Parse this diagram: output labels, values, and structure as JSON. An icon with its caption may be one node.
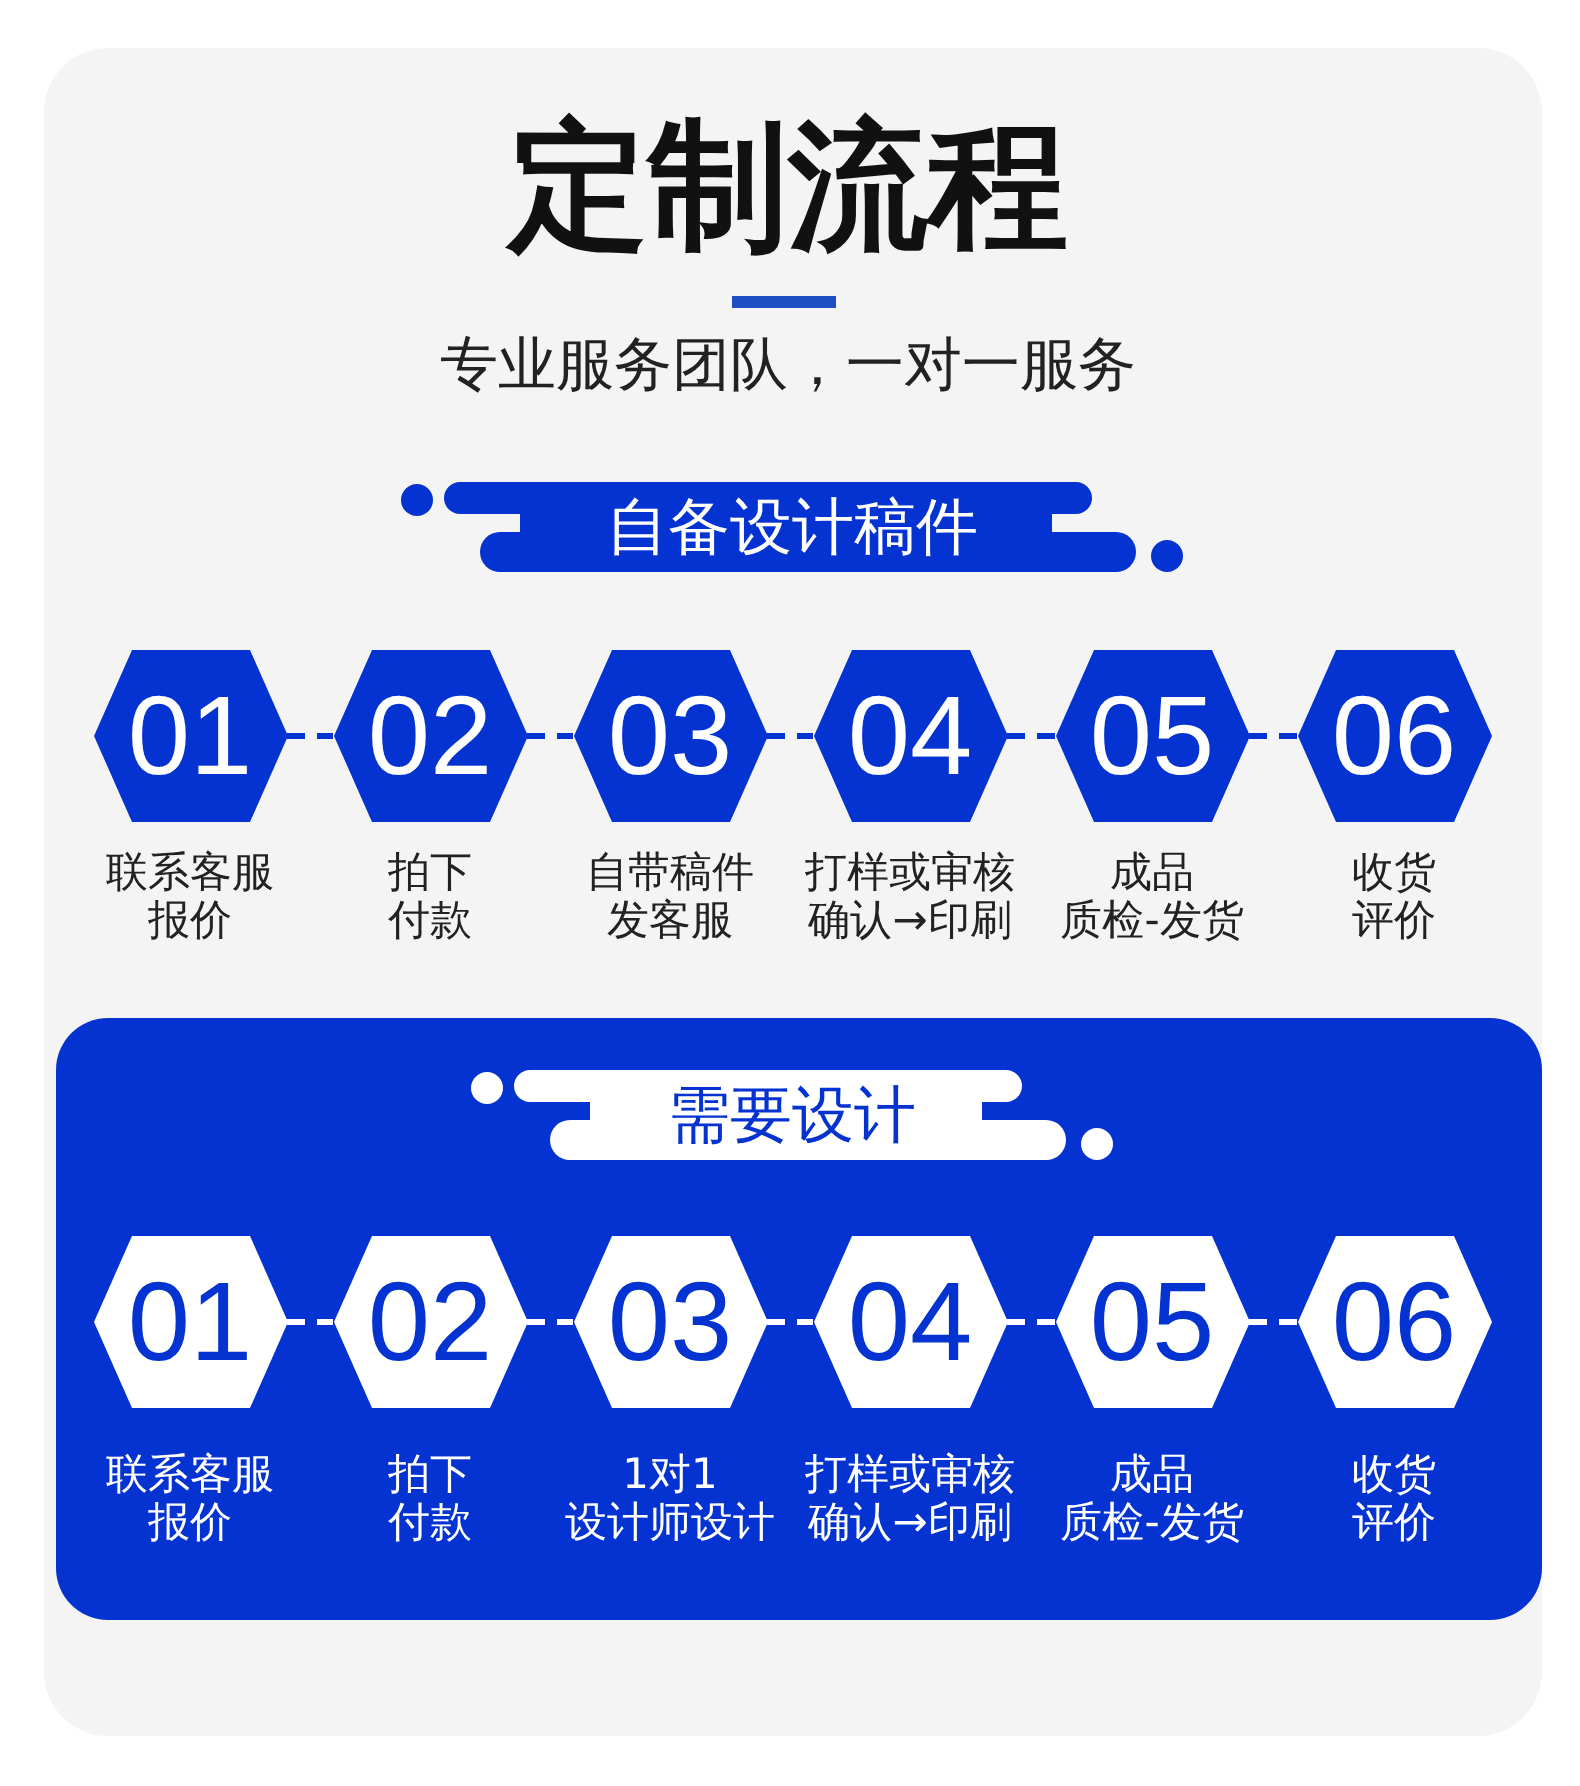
{
  "diagram": {
    "title": "定制流程",
    "nodes": [
      {
        "text": [
          "自备设计稿件"
        ]
      },
      {
        "text": [
          "01"
        ],
        "beside": [
          "联系客服报价"
        ]
      },
      {
        "text": [
          "02"
        ],
        "beside": [
          "拍下付款"
        ]
      },
      {
        "text": [
          "03"
        ],
        "beside": [
          "自带稿件发客服"
        ]
      },
      {
        "text": [
          "04"
        ],
        "beside": [
          "打样或审核确认→印刷"
        ]
      },
      {
        "text": [
          "05"
        ],
        "beside": [
          "成品质检-发货"
        ]
      },
      {
        "text": [
          "06"
        ],
        "beside": [
          "收货评价"
        ]
      },
      {
        "text": [],
        "shape": "box"
      },
      {
        "text": [
          "需要设计"
        ],
        "in": 7
      },
      {
        "text": [
          "01"
        ],
        "in": 7,
        "beside": [
          "联系客服报价"
        ]
      },
      {
        "text": [
          "02"
        ],
        "in": 7,
        "beside": [
          "拍下付款"
        ]
      },
      {
        "text": [
          "03"
        ],
        "in": 7,
        "beside": [
          "1对1设计师设计"
        ]
      },
      {
        "text": [
          "04"
        ],
        "in": 7,
        "beside": [
          "打样或审核确认→印刷"
        ]
      },
      {
        "text": [
          "05"
        ],
        "in": 7,
        "beside": [
          "成品质检-发货"
        ]
      },
      {
        "text": [
          "06"
        ],
        "in": 7,
        "beside": [
          "收货评价"
        ]
      }
    ],
    "edges": [
      {
        "from": 1,
        "to": 2,
        "arrow": "none",
        "style": "dashed"
      },
      {
        "from": 2,
        "to": 3,
        "arrow": "none",
        "style": "dashed"
      },
      {
        "from": 3,
        "to": 4,
        "arrow": "none",
        "style": "dashed"
      },
      {
        "from": 4,
        "to": 5,
        "arrow": "none",
        "style": "dashed"
      },
      {
        "from": 5,
        "to": 6,
        "arrow": "none",
        "style": "dashed"
      },
      {
        "from": 9,
        "to": 10,
        "arrow": "none",
        "style": "dashed",
        "color": "#ffffff"
      },
      {
        "from": 10,
        "to": 11,
        "arrow": "none",
        "style": "dashed",
        "color": "#ffffff"
      },
      {
        "from": 11,
        "to": 12,
        "arrow": "none",
        "style": "dashed",
        "color": "#ffffff"
      },
      {
        "from": 12,
        "to": 13,
        "arrow": "none",
        "style": "dashed",
        "color": "#ffffff"
      },
      {
        "from": 13,
        "to": 14,
        "arrow": "none",
        "style": "dashed",
        "color": "#ffffff"
      }
    ],
    "labels": [
      "专业服务团队，一对一服务"
    ]
  }
}
